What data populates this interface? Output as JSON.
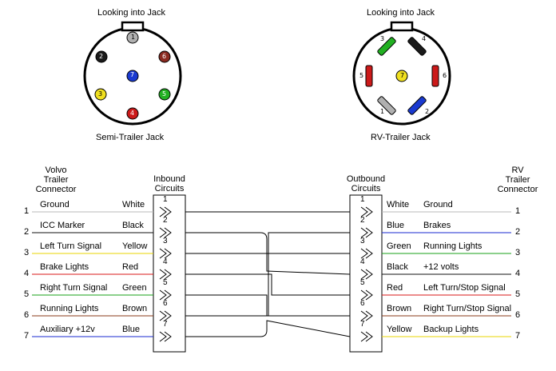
{
  "semi_jack": {
    "caption_top": "Looking into Jack",
    "caption_bottom": "Semi-Trailer Jack",
    "pins": [
      "1",
      "2",
      "3",
      "4",
      "5",
      "6",
      "7"
    ],
    "pin_colors": {
      "1": "#b0b0b0",
      "2": "#1a1a1a",
      "3": "#f0e020",
      "4": "#cc1a1a",
      "5": "#22b022",
      "6": "#8a2a20",
      "7": "#1a3ad0"
    }
  },
  "rv_jack": {
    "caption_top": "Looking into Jack",
    "caption_bottom": "RV-Trailer Jack",
    "pins": [
      "1",
      "2",
      "3",
      "4",
      "5",
      "6",
      "7"
    ],
    "pin_colors": {
      "1": "#b0b0b0",
      "2": "#1a3ad0",
      "3": "#22b022",
      "4": "#1a1a1a",
      "5": "#cc1a1a",
      "6": "#cc1a1a",
      "7": "#f0e020"
    }
  },
  "volvo_header": [
    "Volvo",
    "Trailer",
    "Connector"
  ],
  "inbound_header": [
    "Inbound",
    "Circuits"
  ],
  "outbound_header": [
    "Outbound",
    "Circuits"
  ],
  "rv_header": [
    "RV",
    "Trailer",
    "Connector"
  ],
  "left_rows": [
    {
      "n": "1",
      "name": "Ground",
      "color": "White",
      "wire": "#b8b8b8"
    },
    {
      "n": "2",
      "name": "ICC Marker",
      "color": "Black",
      "wire": "#111111"
    },
    {
      "n": "3",
      "name": "Left Turn Signal",
      "color": "Yellow",
      "wire": "#e8d400"
    },
    {
      "n": "4",
      "name": "Brake Lights",
      "color": "Red",
      "wire": "#d81818"
    },
    {
      "n": "5",
      "name": "Right Turn Signal",
      "color": "Green",
      "wire": "#1aa01a"
    },
    {
      "n": "6",
      "name": "Running Lights",
      "color": "Brown",
      "wire": "#8a3a1a"
    },
    {
      "n": "7",
      "name": "Auxiliary +12v",
      "color": "Blue",
      "wire": "#1a2ad0"
    }
  ],
  "right_rows": [
    {
      "n": "1",
      "color": "White",
      "func": "Ground",
      "wire": "#b8b8b8"
    },
    {
      "n": "2",
      "color": "Blue",
      "func": "Brakes",
      "wire": "#1a2ad0"
    },
    {
      "n": "3",
      "color": "Green",
      "func": "Running Lights",
      "wire": "#1aa01a"
    },
    {
      "n": "4",
      "color": "Black",
      "func": "+12 volts",
      "wire": "#111111"
    },
    {
      "n": "5",
      "color": "Red",
      "func": "Left Turn/Stop Signal",
      "wire": "#d81818"
    },
    {
      "n": "6",
      "color": "Brown",
      "func": "Right Turn/Stop Signal",
      "wire": "#8a3a1a"
    },
    {
      "n": "7",
      "color": "Yellow",
      "func": "Backup Lights",
      "wire": "#e8d400"
    }
  ],
  "inbound_numbers": [
    "1",
    "2",
    "3",
    "4",
    "5",
    "6",
    "7"
  ],
  "outbound_numbers": [
    "1",
    "2",
    "3",
    "4",
    "5",
    "6",
    "7"
  ]
}
